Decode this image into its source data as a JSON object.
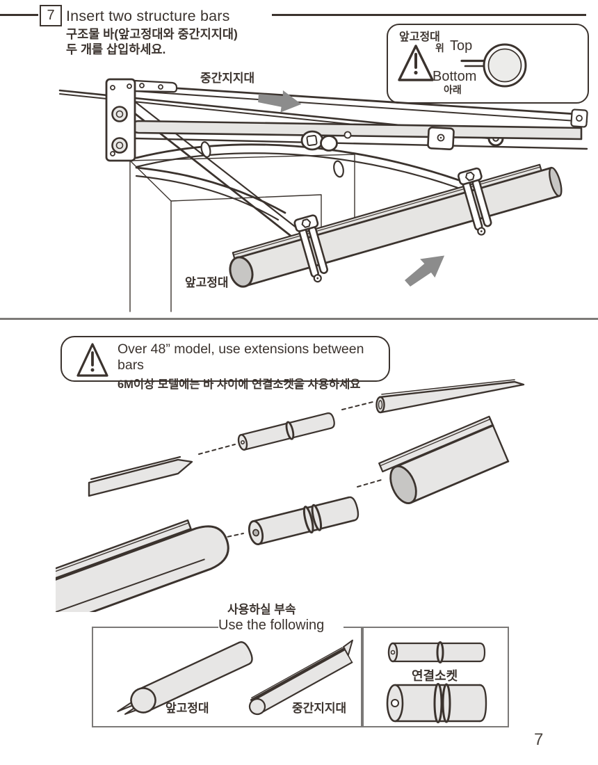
{
  "step": {
    "number": "7",
    "title_en": "Insert two structure bars",
    "subtitle_ko_1": "구조물 바(앞고정대와 중간지지대)",
    "subtitle_ko_2": "두 개를 삽입하세요."
  },
  "callout": {
    "part_label": "앞고정대",
    "top_ko": "위",
    "top_en": "Top",
    "bottom_en": "Bottom",
    "bottom_ko": "아래"
  },
  "diagram1": {
    "label_middle_bar": "중간지지대",
    "label_front_bar": "앞고정대"
  },
  "warning": {
    "line_en": "Over 48” model, use extensions between bars",
    "line_ko": "6M이상 모델에는 바 사이에 연결소켓을 사용하세요"
  },
  "parts_box": {
    "title_ko": "사용하실 부속",
    "title_en": "Use the following",
    "front_bar_label": "앞고정대",
    "middle_bar_label": "중간지지대",
    "socket_label": "연결소켓"
  },
  "page": {
    "number": "7"
  },
  "colors": {
    "ink": "#3b332e",
    "fill": "#e6e5e3",
    "fill_dark": "#c7c6c4",
    "arrow": "#8c8c8c"
  }
}
